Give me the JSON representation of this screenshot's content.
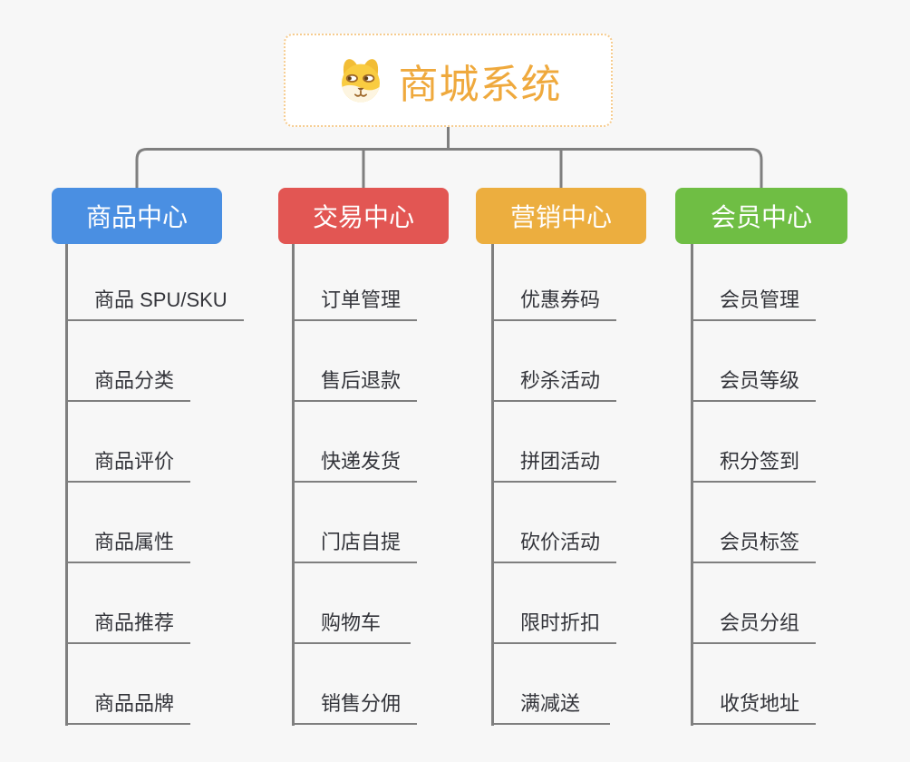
{
  "canvas": {
    "background": "#f7f7f7",
    "line_color": "#7f7f7f"
  },
  "root": {
    "title": "商城系统",
    "title_color": "#efa93d",
    "border_color": "#f6cc8f",
    "icon": "doge-icon"
  },
  "branches": [
    {
      "label": "商品中心",
      "color": "#4a8fe2",
      "items": [
        "商品 SPU/SKU",
        "商品分类",
        "商品评价",
        "商品属性",
        "商品推荐",
        "商品品牌"
      ]
    },
    {
      "label": "交易中心",
      "color": "#e25653",
      "items": [
        "订单管理",
        "售后退款",
        "快递发货",
        "门店自提",
        "购物车",
        "销售分佣"
      ]
    },
    {
      "label": "营销中心",
      "color": "#ecae3f",
      "items": [
        "优惠券码",
        "秒杀活动",
        "拼团活动",
        "砍价活动",
        "限时折扣",
        "满减送"
      ]
    },
    {
      "label": "会员中心",
      "color": "#6fbe44",
      "items": [
        "会员管理",
        "会员等级",
        "积分签到",
        "会员标签",
        "会员分组",
        "收货地址"
      ]
    }
  ]
}
